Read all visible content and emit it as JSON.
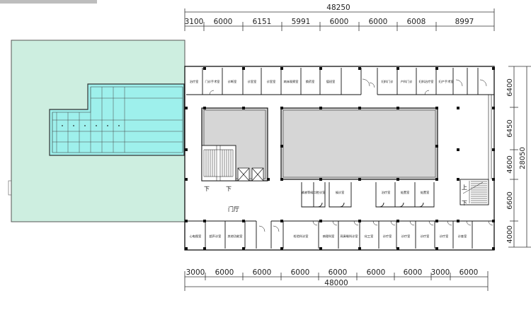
{
  "title_bar": "",
  "top_dimensions": {
    "total": "48250",
    "segments": [
      "3100",
      "6000",
      "6151",
      "5991",
      "6000",
      "6000",
      "6008",
      "8997"
    ]
  },
  "bottom_dimensions": {
    "total": "48000",
    "segments": [
      "3000",
      "6000",
      "6000",
      "6000",
      "6000",
      "6000",
      "6000",
      "3000",
      "6000"
    ]
  },
  "right_dimensions": {
    "total": "28050",
    "segments": [
      "6400",
      "6450",
      "4600",
      "6600",
      "4000"
    ]
  },
  "labels": {
    "hall": "门厅",
    "down_left_1": "下",
    "down_left_2": "下",
    "down_right_1": "上",
    "down_right_2": "下"
  },
  "top_rooms": [
    "治疗室",
    "门诊手术室",
    "诊断室",
    "诊室室",
    "诊室室",
    "病床观察室",
    "换药室",
    "值班室",
    "妇科门诊",
    "产科门诊",
    "妇科治疗室",
    "妇产手术室"
  ],
  "middle_rooms": [
    "输液等候",
    "口腔诊室",
    "候诊室",
    "治疗室",
    "处置室",
    "处置室"
  ],
  "bottom_rooms": [
    "心电图室",
    "超声诊室",
    "其他功能室",
    "检验科诊室",
    "病理科室",
    "耳鼻喉科诊室",
    "化工室",
    "诊疗室",
    "诊疗室",
    "诊疗室",
    "诊疗室",
    "诊查室"
  ],
  "colors": {
    "terrace": "#cdeee0",
    "pool": "#9ef0ec",
    "atrium": "#d6d6d6",
    "wall": "#111111"
  }
}
